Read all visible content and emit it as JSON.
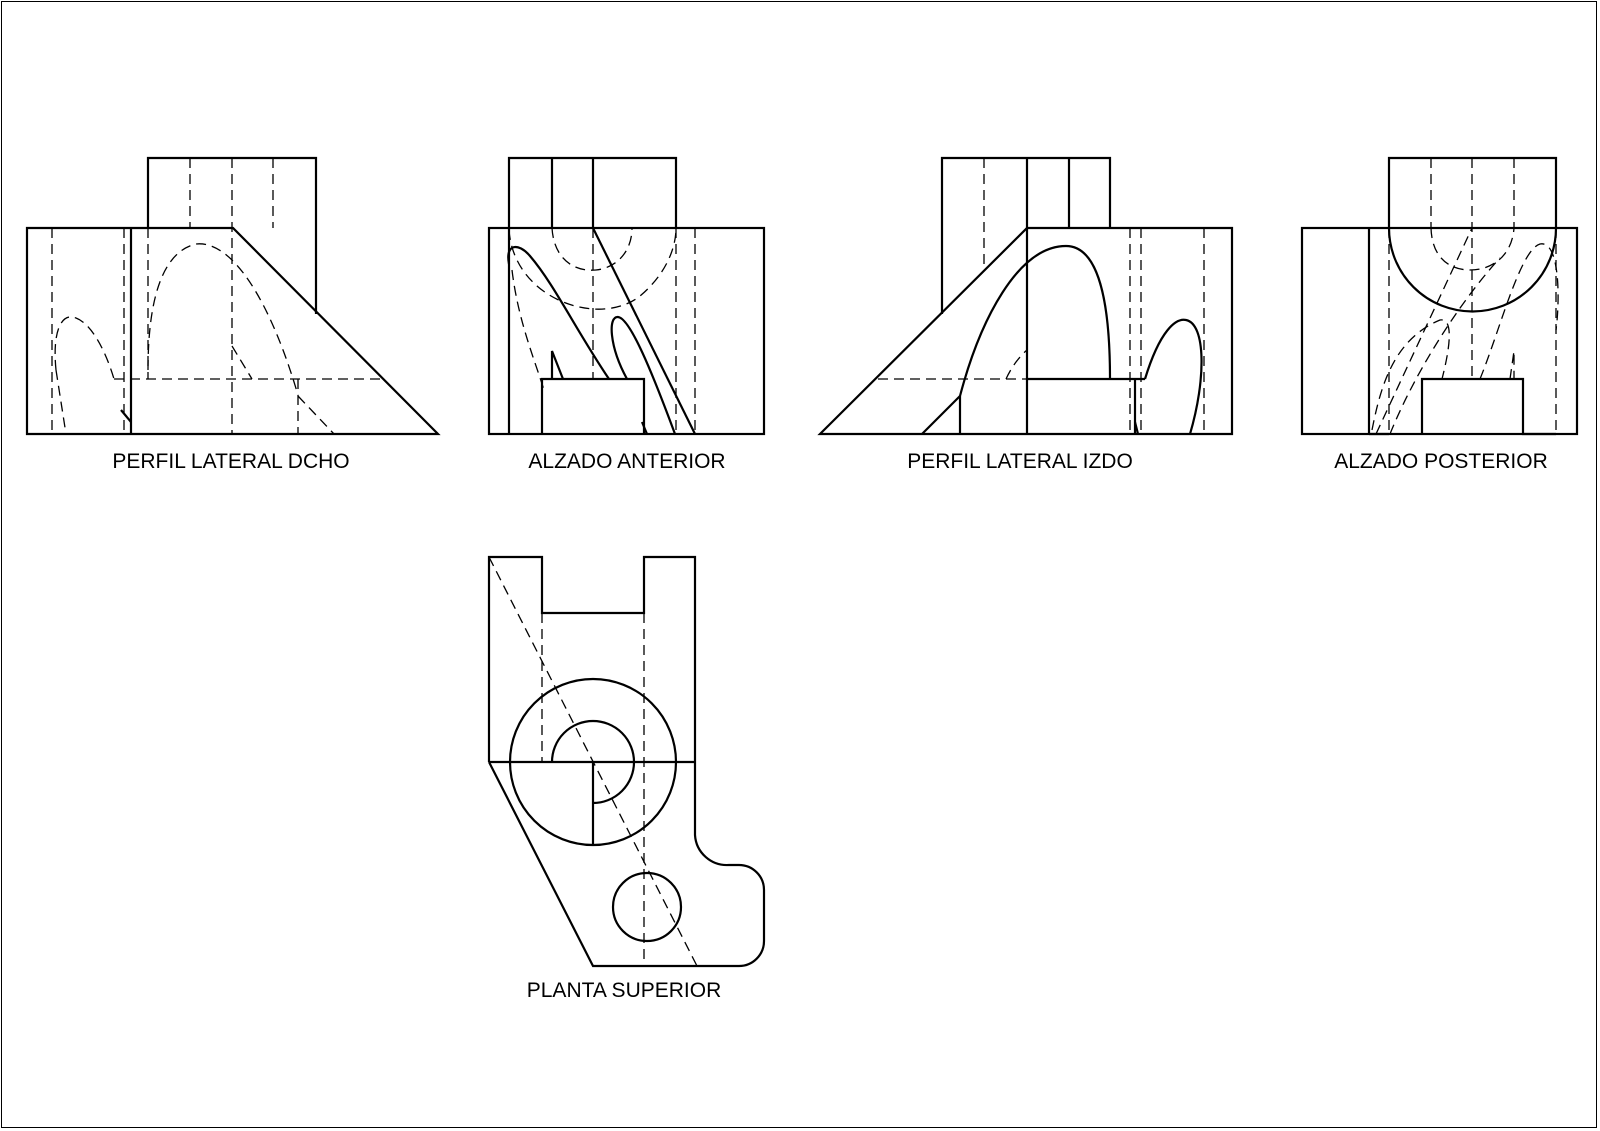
{
  "views": {
    "right_profile": {
      "label": "PERFIL LATERAL DCHO"
    },
    "front_elevation": {
      "label": "ALZADO ANTERIOR"
    },
    "left_profile": {
      "label": "PERFIL LATERAL IZDO"
    },
    "rear_elevation": {
      "label": "ALZADO POSTERIOR"
    },
    "top_plan": {
      "label": "PLANTA SUPERIOR"
    }
  },
  "colors": {
    "line": "#000000",
    "background": "#ffffff"
  }
}
